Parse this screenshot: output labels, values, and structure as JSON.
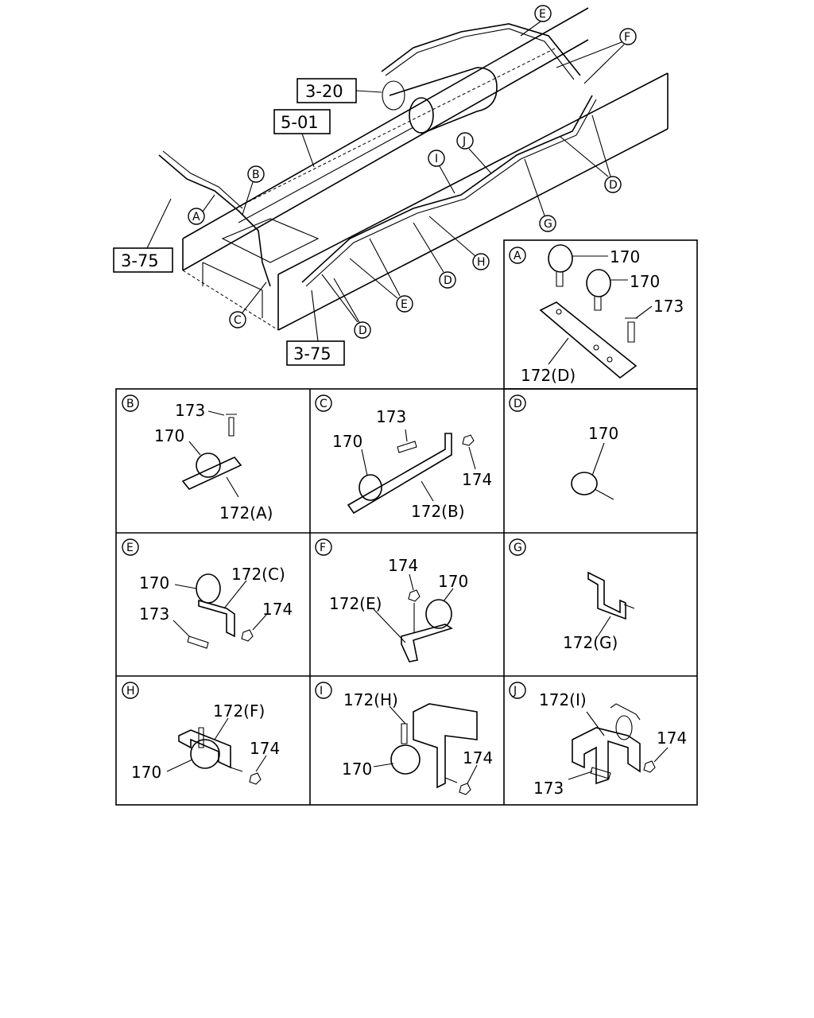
{
  "refs": [
    "3-20",
    "5-01",
    "3-75",
    "3-75"
  ],
  "main_callouts": [
    "E",
    "F",
    "B",
    "A",
    "J",
    "I",
    "D",
    "G",
    "H",
    "D",
    "C",
    "E",
    "D"
  ],
  "panels": [
    {
      "letter": "A",
      "labels": [
        "170",
        "170",
        "173",
        "172(D)"
      ]
    },
    {
      "letter": "B",
      "labels": [
        "173",
        "170",
        "172(A)"
      ]
    },
    {
      "letter": "C",
      "labels": [
        "173",
        "170",
        "174",
        "172(B)"
      ]
    },
    {
      "letter": "D",
      "labels": [
        "170"
      ]
    },
    {
      "letter": "E",
      "labels": [
        "170",
        "172(C)",
        "173",
        "174"
      ]
    },
    {
      "letter": "F",
      "labels": [
        "174",
        "170",
        "172(E)"
      ]
    },
    {
      "letter": "G",
      "labels": [
        "172(G)"
      ]
    },
    {
      "letter": "H",
      "labels": [
        "172(F)",
        "174",
        "170"
      ]
    },
    {
      "letter": "I",
      "labels": [
        "172(H)",
        "174",
        "170"
      ]
    },
    {
      "letter": "J",
      "labels": [
        "172(I)",
        "174",
        "173"
      ]
    }
  ]
}
